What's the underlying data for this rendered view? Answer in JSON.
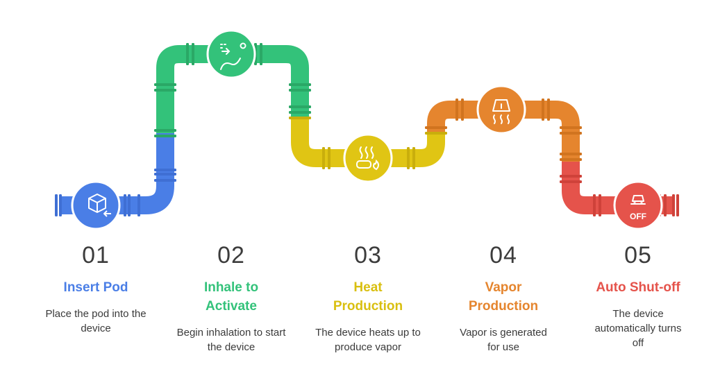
{
  "steps": [
    {
      "number": "01",
      "title": "Insert Pod",
      "description": "Place the pod into the device",
      "color": "#4a7ee6",
      "icon": "box-insert-icon"
    },
    {
      "number": "02",
      "title": "Inhale to Activate",
      "description": "Begin inhalation to start the device",
      "color": "#33c27a",
      "icon": "inhale-icon"
    },
    {
      "number": "03",
      "title": "Heat Production",
      "description": "The device heats up to produce vapor",
      "color": "#e0c514",
      "icon": "heat-icon"
    },
    {
      "number": "04",
      "title": "Vapor Production",
      "description": "Vapor is generated for use",
      "color": "#e5852e",
      "icon": "vapor-icon"
    },
    {
      "number": "05",
      "title": "Auto Shut-off",
      "description": "The device automatically turns off",
      "color": "#e5534b",
      "icon": "power-off-icon"
    }
  ],
  "icon_text": {
    "off": "OFF"
  }
}
